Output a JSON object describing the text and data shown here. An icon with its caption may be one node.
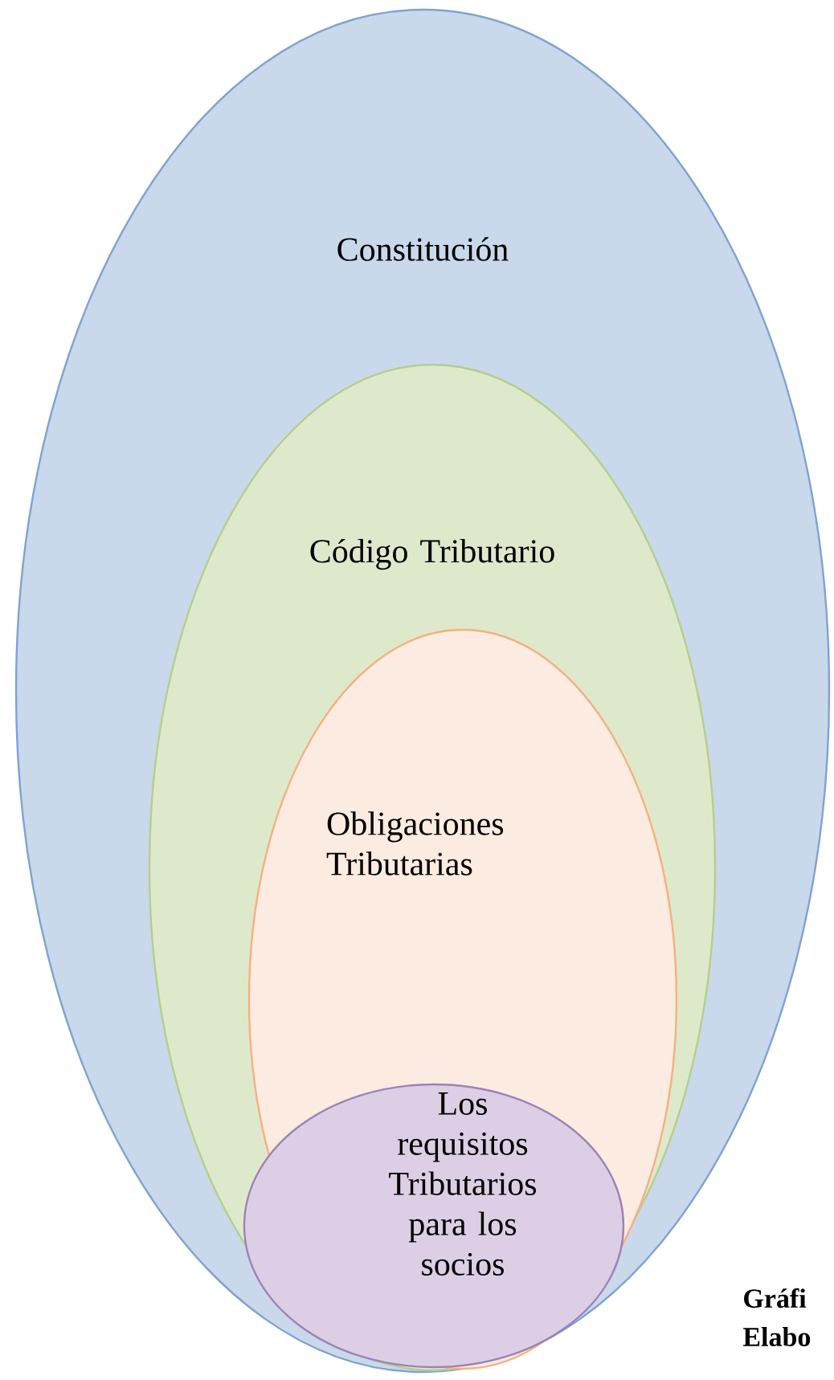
{
  "diagram": {
    "nodes": [
      {
        "text": [
          "Constitución"
        ]
      },
      {
        "text": [
          "Código Tributario"
        ],
        "in": 0
      },
      {
        "text": [
          "Obligaciones Tributarias"
        ],
        "in": 1
      },
      {
        "text": [
          "Los requisitos Tributarios para los socios"
        ],
        "in": 2
      }
    ],
    "labels": [
      "Gráfi",
      "Elabo"
    ]
  }
}
